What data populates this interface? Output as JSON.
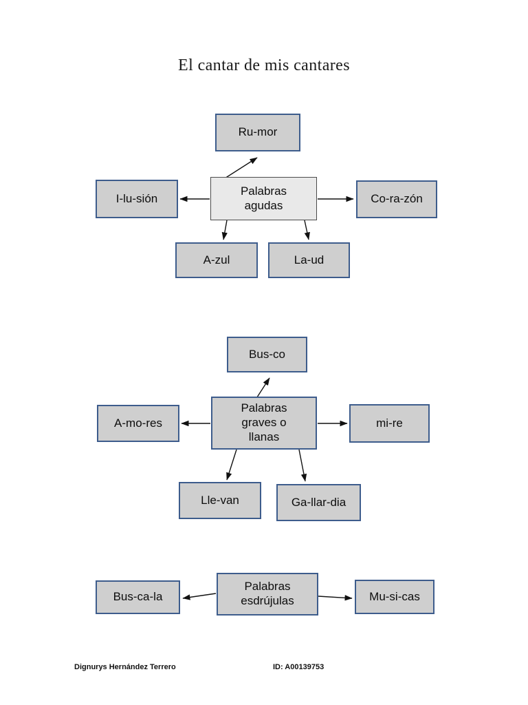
{
  "document": {
    "title": "El cantar de mis cantares"
  },
  "groups": [
    {
      "id": "agudas",
      "center": {
        "label": "Palabras\nagudas"
      },
      "nodes": [
        {
          "label": "Ru-mor"
        },
        {
          "label": "I-lu-sión"
        },
        {
          "label": "Co-ra-zón"
        },
        {
          "label": "A-zul"
        },
        {
          "label": "La-ud"
        }
      ]
    },
    {
      "id": "graves",
      "center": {
        "label": "Palabras\ngraves o\nllanas"
      },
      "nodes": [
        {
          "label": "Bus-co"
        },
        {
          "label": "A-mo-res"
        },
        {
          "label": "mi-re"
        },
        {
          "label": "Lle-van"
        },
        {
          "label": "Ga-llar-dia"
        }
      ]
    },
    {
      "id": "esdrujulas",
      "center": {
        "label": "Palabras\nesdrújulas"
      },
      "nodes": [
        {
          "label": "Bus-ca-la"
        },
        {
          "label": "Mu-si-cas"
        }
      ]
    }
  ],
  "footer": {
    "author": "Dignurys Hernández Terrero",
    "id": "ID: A00139753"
  },
  "colors": {
    "node_fill": "#cfcfcf",
    "node_border": "#3d5c8c",
    "center_light_fill": "#e9e9e9",
    "center_light_border": "#4a4a4a",
    "arrow": "#111111",
    "text": "#0d0d0d",
    "page_background": "#ffffff"
  }
}
